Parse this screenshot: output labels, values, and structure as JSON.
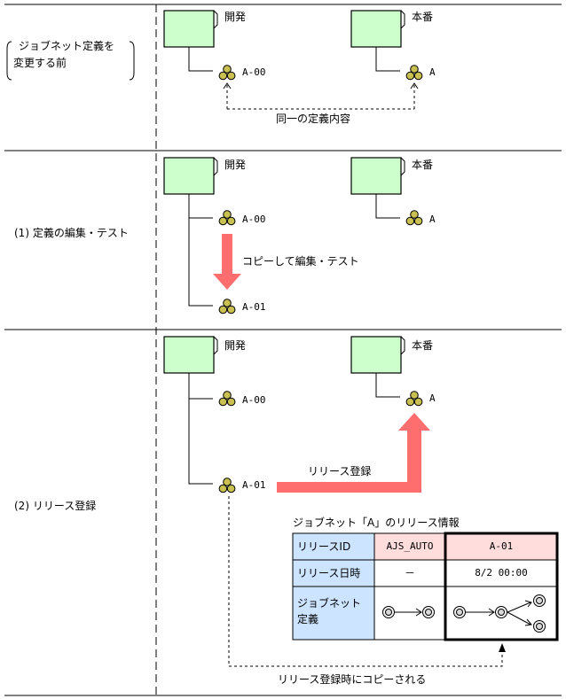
{
  "colors": {
    "folder_fill": "#ccffcc",
    "jobnet_fill": "#c8c050",
    "arrow_red": "#ff6e6e",
    "header_blue": "#cce4ff",
    "header_pink": "#ffdddd"
  },
  "icons": {
    "jobnet": "triple-circle-jobnet-icon",
    "folder": "folder-box-icon",
    "job": "double-circle-job-icon"
  },
  "sections": {
    "before": {
      "label_line1": "ジョブネット定義を",
      "label_line2": "変更する前",
      "dev_folder": "開発",
      "prod_folder": "本番",
      "dev_jobnet": "A-00",
      "prod_jobnet": "A",
      "same_note": "同一の定義内容"
    },
    "step1": {
      "label": "(1) 定義の編集・テスト",
      "dev_folder": "開発",
      "prod_folder": "本番",
      "dev_jobnet": "A-00",
      "prod_jobnet": "A",
      "copy_note": "コピーして編集・テスト",
      "new_jobnet": "A-01"
    },
    "step2": {
      "label": "(2) リリース登録",
      "dev_folder": "開発",
      "prod_folder": "本番",
      "dev_jobnet": "A-00",
      "prod_jobnet": "A",
      "new_jobnet": "A-01",
      "release_arrow_label": "リリース登録",
      "table_title": "ジョブネット「A」のリリース情報",
      "row_release_id": "リリースID",
      "row_release_time": "リリース日時",
      "row_def_line1": "ジョブネット",
      "row_def_line2": "定義",
      "old_id": "AJS_AUTO",
      "new_id": "A-01",
      "old_time": "－",
      "new_time": "8/2 00:00",
      "copy_time_note": "リリース登録時にコピーされる"
    }
  }
}
